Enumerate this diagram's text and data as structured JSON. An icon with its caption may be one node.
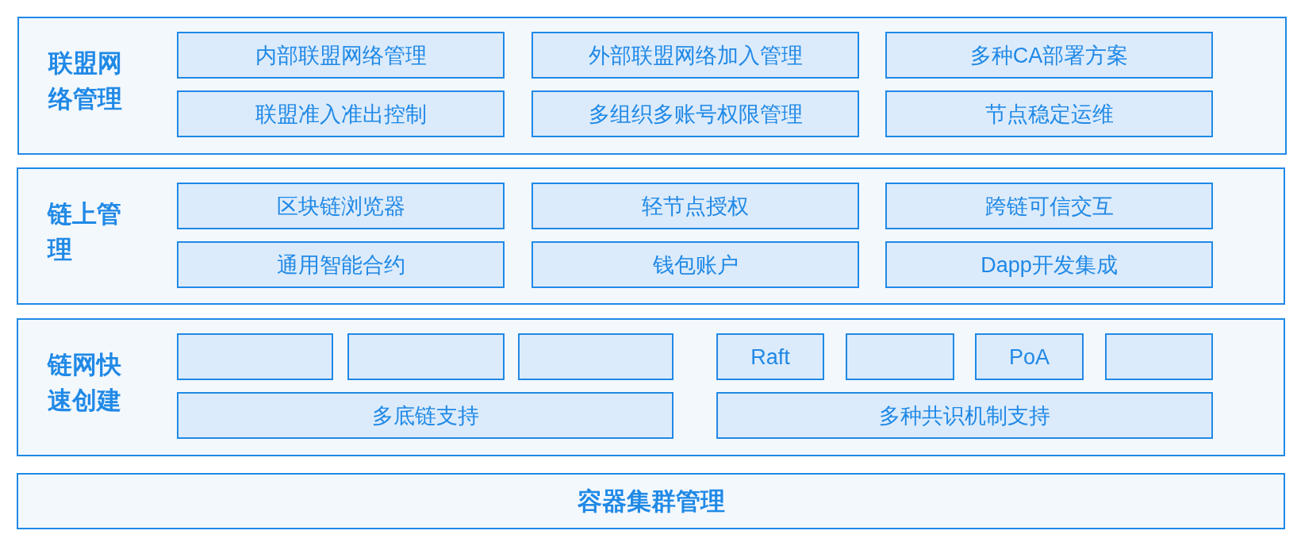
{
  "diagram": {
    "nodes": [
      {
        "text": [
          "联盟网络管理"
        ]
      },
      {
        "text": [
          "内部联盟网络管理"
        ],
        "in": 0
      },
      {
        "text": [
          "外部联盟网络加入管理"
        ],
        "in": 0
      },
      {
        "text": [
          "多种CA部署方案"
        ],
        "in": 0
      },
      {
        "text": [
          "联盟准入准出控制"
        ],
        "in": 0
      },
      {
        "text": [
          "多组织多账号权限管理"
        ],
        "in": 0
      },
      {
        "text": [
          "节点稳定运维"
        ],
        "in": 0
      },
      {
        "text": [
          "链上管理"
        ]
      },
      {
        "text": [
          "区块链浏览器"
        ],
        "in": 7
      },
      {
        "text": [
          "轻节点授权"
        ],
        "in": 7
      },
      {
        "text": [
          "跨链可信交互"
        ],
        "in": 7
      },
      {
        "text": [
          "通用智能合约"
        ],
        "in": 7
      },
      {
        "text": [
          "钱包账户"
        ],
        "in": 7
      },
      {
        "text": [
          "Dapp开发集成"
        ],
        "in": 7
      },
      {
        "text": [
          "链网快速创建"
        ]
      },
      {
        "text": [],
        "shape": "box",
        "in": 14
      },
      {
        "text": [],
        "shape": "box",
        "in": 14
      },
      {
        "text": [],
        "shape": "box",
        "in": 14
      },
      {
        "text": [
          "Raft"
        ],
        "in": 14
      },
      {
        "text": [],
        "shape": "box",
        "in": 14
      },
      {
        "text": [
          "PoA"
        ],
        "in": 14
      },
      {
        "text": [],
        "shape": "box",
        "in": 14
      },
      {
        "text": [
          "多底链支持"
        ],
        "in": 14
      },
      {
        "text": [
          "多种共识机制支持"
        ],
        "in": 14
      },
      {
        "text": [
          "容器集群管理"
        ]
      }
    ]
  }
}
